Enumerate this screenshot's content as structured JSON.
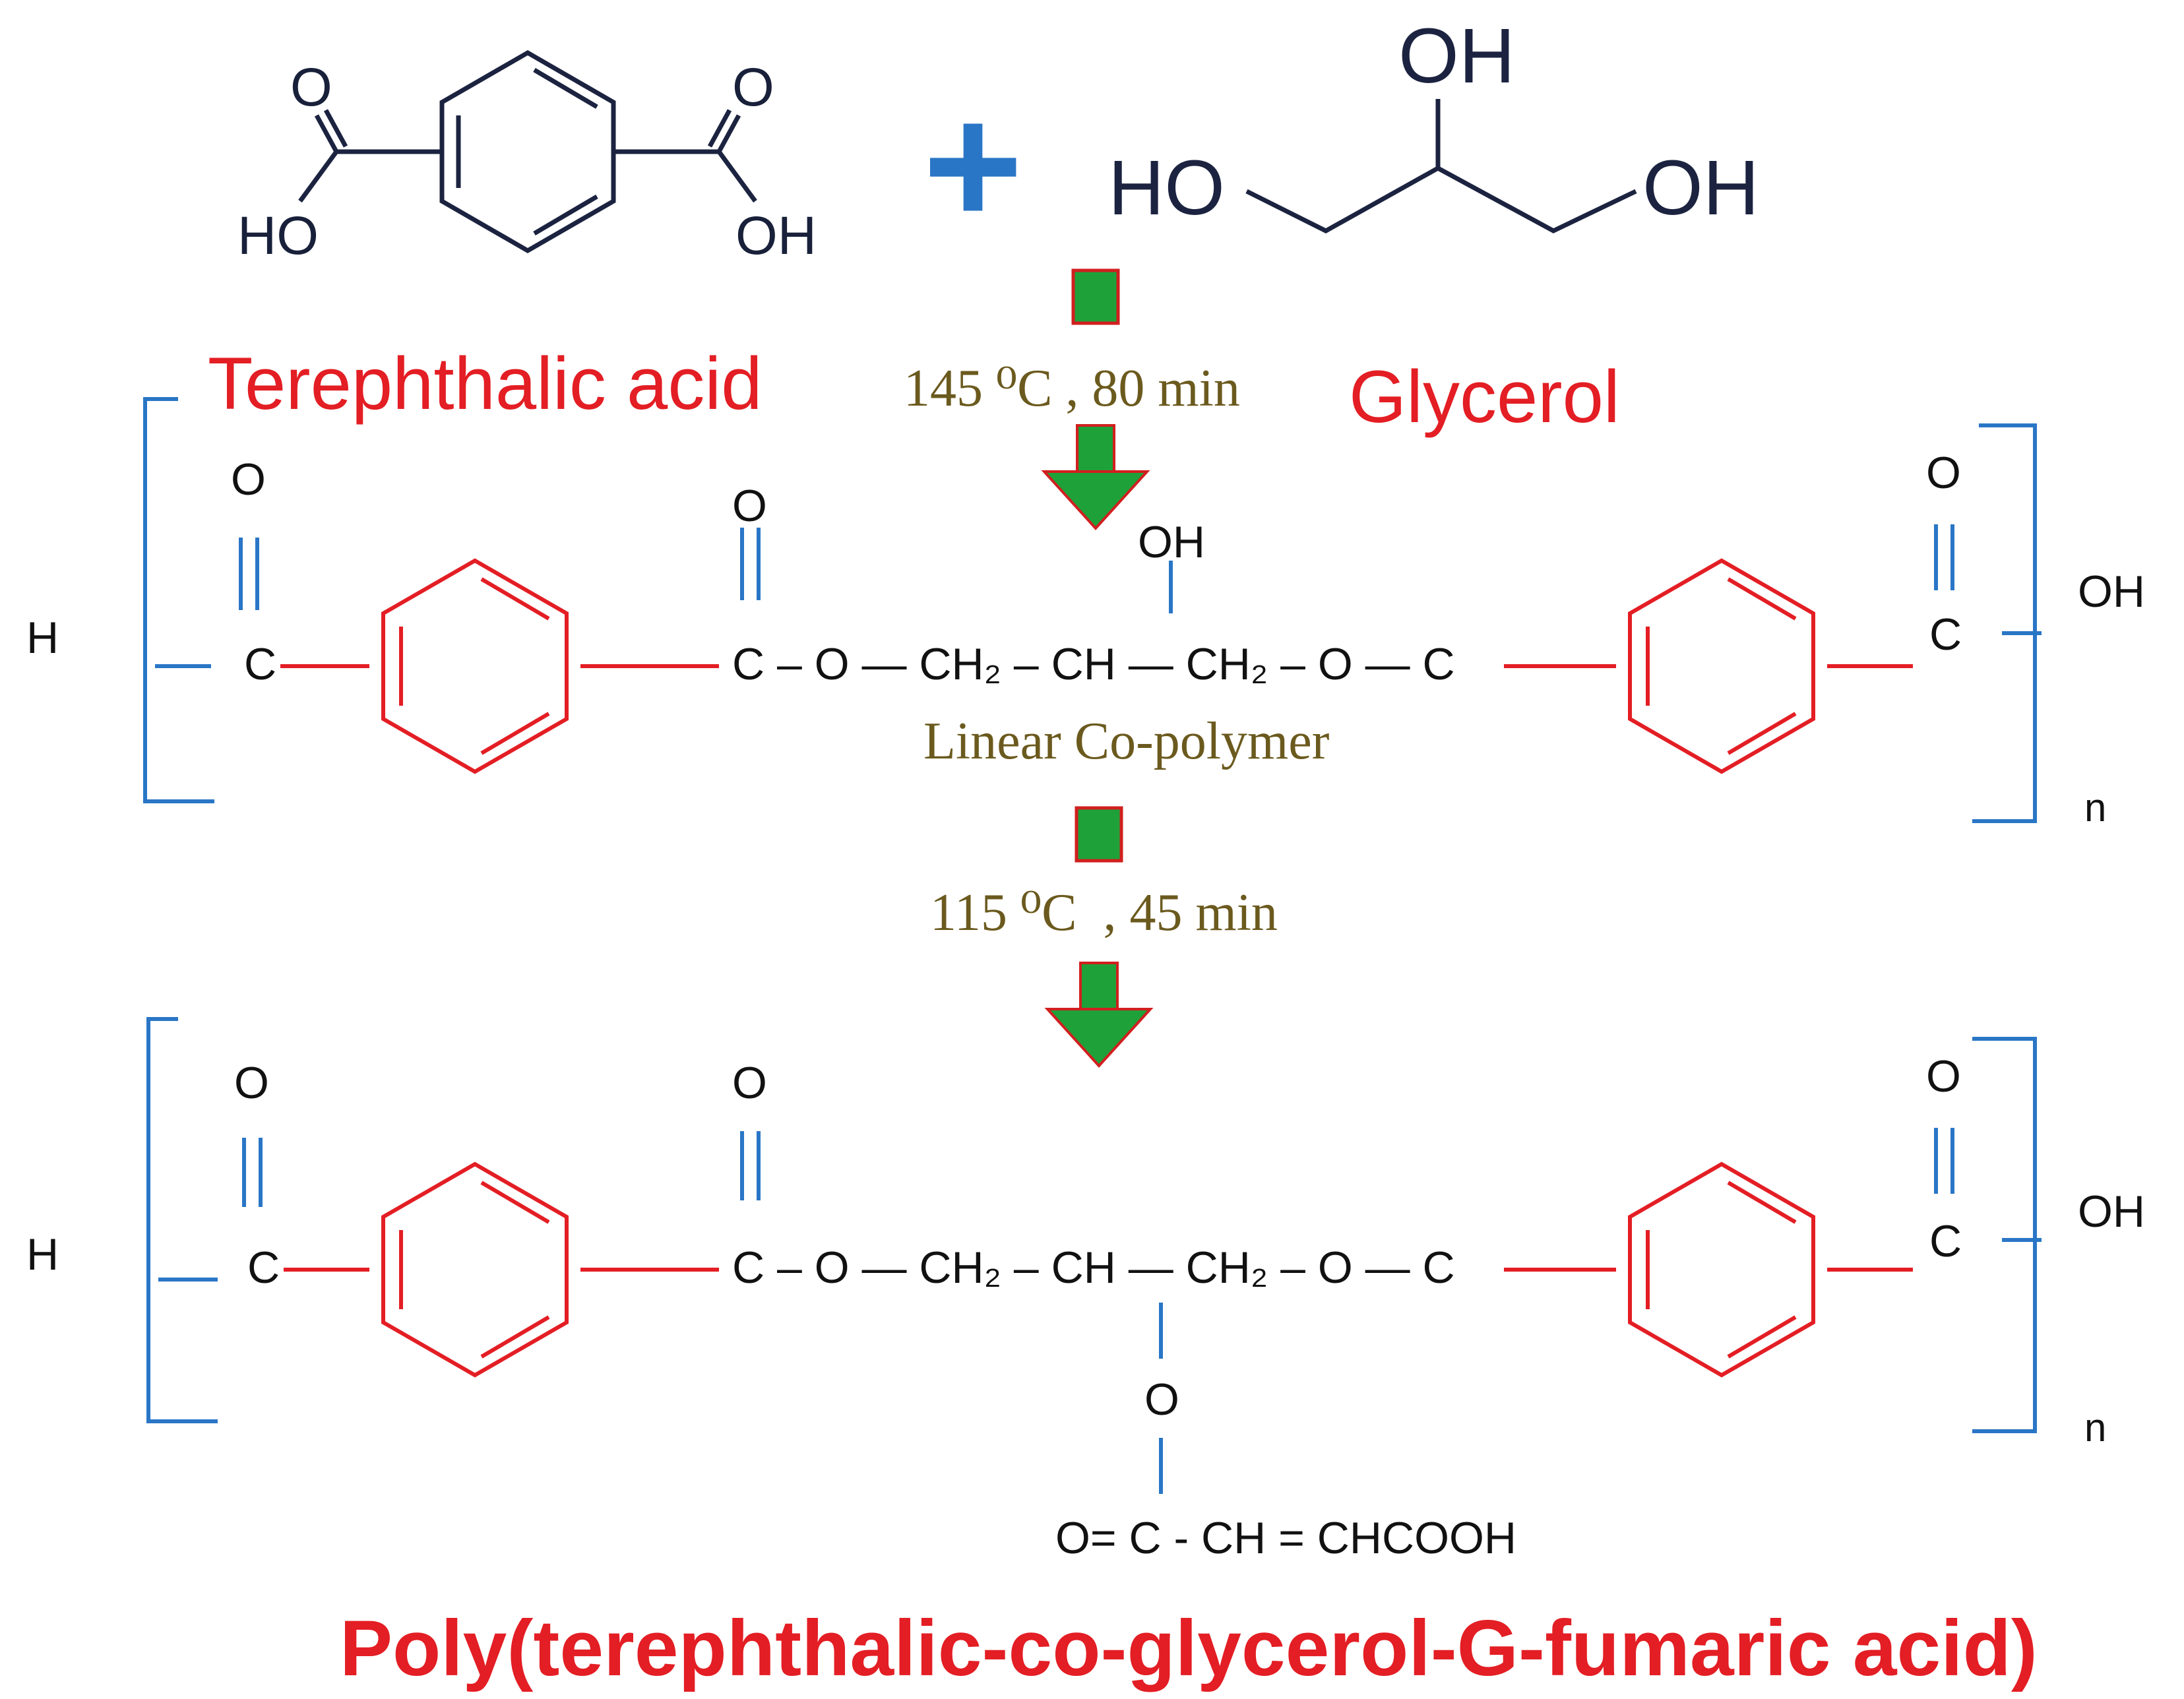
{
  "colors": {
    "red": "#e31e24",
    "blue": "#2a76c6",
    "dark_navy": "#1b2340",
    "black": "#111111",
    "olive": "#6b5a1e",
    "green": "#1fa13a",
    "arrow_outline": "#d11f1f"
  },
  "reactants": {
    "terephthalic": {
      "name": "Terephthalic acid",
      "o_left": "O",
      "o_right": "O",
      "ho_left": "HO",
      "oh_right": "OH"
    },
    "plus": "+",
    "glycerol": {
      "name": "Glycerol",
      "ho_left": "HO",
      "oh_top": "OH",
      "oh_right": "OH"
    }
  },
  "step1": {
    "conditions": "145 ⁰C , 80 min",
    "arrow_icon": "down-arrow-icon"
  },
  "linear_copolymer": {
    "label": "Linear Co-polymer",
    "h_end": "H",
    "oh_end": "OH",
    "repeat_n": "n",
    "carbonyl_o": "O",
    "c1": "C",
    "chain": "C – O — CH₂ – CH — CH₂ – O — C",
    "side_oh": "OH",
    "c_end": "C"
  },
  "step2": {
    "conditions": "115 ⁰C  , 45 min",
    "arrow_icon": "down-arrow-icon"
  },
  "graft_copolymer": {
    "h_end": "H",
    "oh_end": "OH",
    "repeat_n": "n",
    "carbonyl_o": "O",
    "c1": "C",
    "chain": "C – O — CH₂ – CH — CH₂ – O — C",
    "side_o": "O",
    "fumaric_group": "O= C - CH = CHCOOH",
    "c_end": "C",
    "name": "Poly(terephthalic-co-glycerol-G-fumaric acid)"
  }
}
